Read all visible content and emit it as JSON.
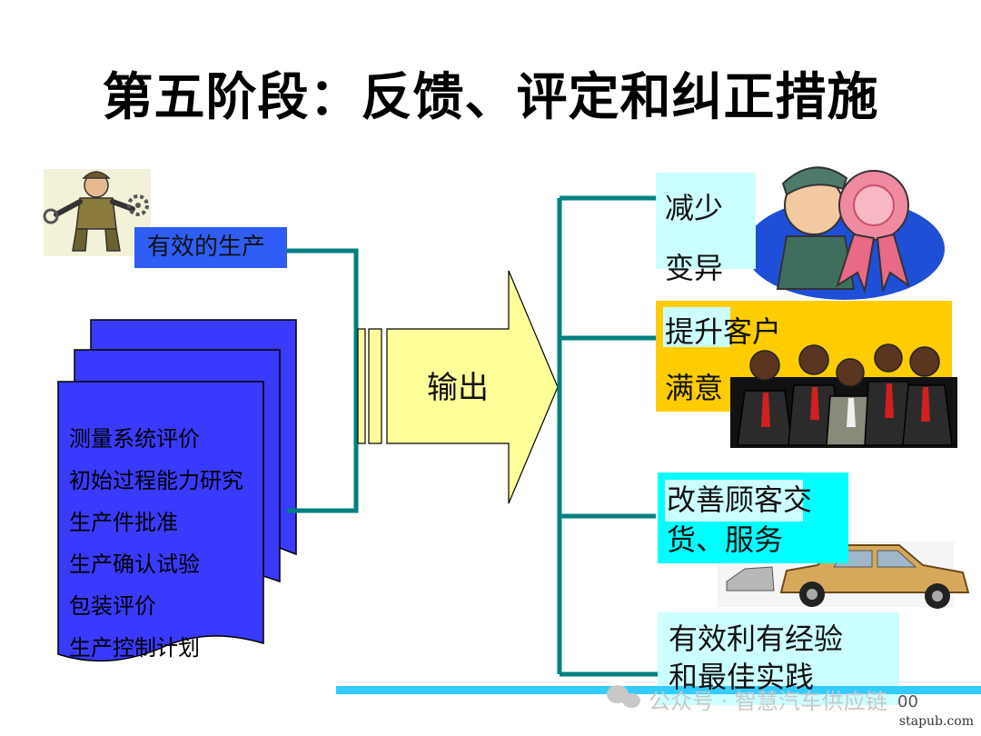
{
  "title": "第五阶段：反馈、评定和纠正措施",
  "left": {
    "production_label": "有效的生产",
    "doc_items": [
      "测量系统评价",
      "初始过程能力研究",
      "生产件批准",
      "生产确认试验",
      "包装评价",
      "生产控制计划"
    ]
  },
  "center": {
    "arrow_label": "输出"
  },
  "outputs": [
    {
      "line1": "减少",
      "line2": "变异"
    },
    {
      "line1": "提升客户",
      "line2": "满意"
    },
    {
      "line1": "改善顾客交",
      "line2": "货、服务"
    },
    {
      "line1": "有效利有经验",
      "line2": "和最佳实践"
    }
  ],
  "footer": {
    "watermark": "公众号 · 智慧汽车供应链",
    "page_number": "00",
    "site": "stapub.com"
  },
  "colors": {
    "connector": "#008080",
    "doc_blue": "#3a3aff",
    "arrow_fill": "#ffff99",
    "output_cyan": "#b3ffff",
    "output_yellow": "#ffcc00",
    "footer_line": "#33ccff"
  },
  "icons": [
    "mechanic-clipart-icon",
    "award-ribbon-clipart-icon",
    "businessmen-group-clipart-icon",
    "car-clipart-icon"
  ]
}
